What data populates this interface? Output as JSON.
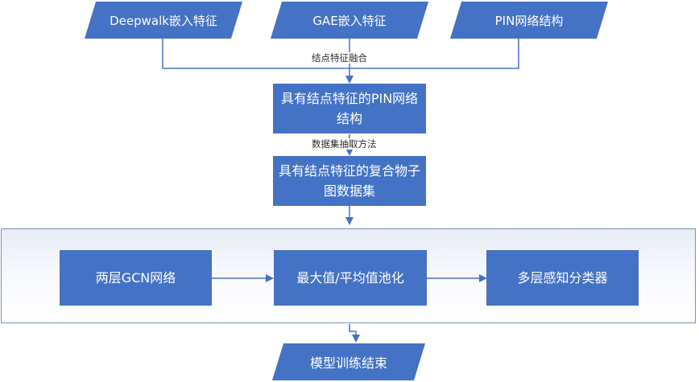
{
  "nodes": {
    "deepwalk": "Deepwalk嵌入特征",
    "gae": "GAE嵌入特征",
    "pin": "PIN网络结构",
    "pin_with_features": "具有结点特征的PIN网络结构",
    "compound_graph_dataset": "具有结点特征的复合物子图数据集",
    "gcn": "两层GCN网络",
    "pooling": "最大值/平均值池化",
    "mlp": "多层感知分类器",
    "end": "模型训练结束"
  },
  "edge_labels": {
    "fusion": "结点特征融合",
    "extraction": "数据集抽取方法"
  },
  "colors": {
    "node_fill": "#4472c4",
    "node_text": "#ffffff",
    "connector": "#4472c4",
    "panel_border": "#7a8fb5"
  }
}
